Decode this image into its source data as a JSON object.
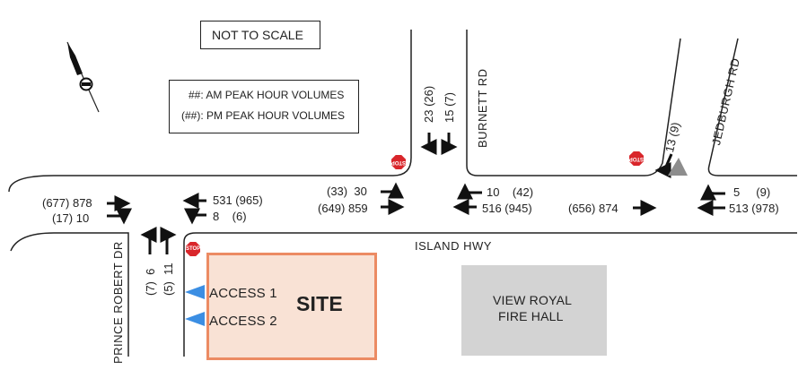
{
  "notes": {
    "not_to_scale": "NOT TO SCALE",
    "legend_am": "##: AM PEAK HOUR VOLUMES",
    "legend_pm": "(##): PM PEAK HOUR VOLUMES"
  },
  "roads": {
    "island_hwy": "ISLAND HWY",
    "prince_robert": "PRINCE ROBERT DR",
    "burnett": "BURNETT RD",
    "jedburgh": "JEDBURGH RD"
  },
  "site": {
    "label": "SITE",
    "access1": "ACCESS 1",
    "access2": "ACCESS 2",
    "fire_hall_1": "VIEW ROYAL",
    "fire_hall_2": "FIRE HALL"
  },
  "stop_sign": "STOP",
  "volumes": {
    "west_eb_through": "(677) 878",
    "west_eb_right": "(17) 10",
    "west_wb_through": "531 (965)",
    "west_wb_left": "8    (6)",
    "pr_left": "(7)  6",
    "pr_right": "(5)  11",
    "burnett_sb_left": "23 (26)",
    "burnett_sb_right": "15 (7)",
    "burnett_eb_left": "(33)  30",
    "burnett_eb_through": "(649) 859",
    "burnett_wb_right": "10    (42)",
    "burnett_wb_through": "516 (945)",
    "east_eb_through": "(656) 874",
    "east_sb": "13 (9)",
    "jed_wb_right": "5     (9)",
    "jed_wb_through": "513 (978)"
  },
  "colors": {
    "site_fill": "#f9e2d5",
    "site_border": "#ec8b63",
    "fire_hall_fill": "#d3d3d3",
    "stop_red": "#d9262b",
    "access_blue": "#3b8ee3"
  }
}
